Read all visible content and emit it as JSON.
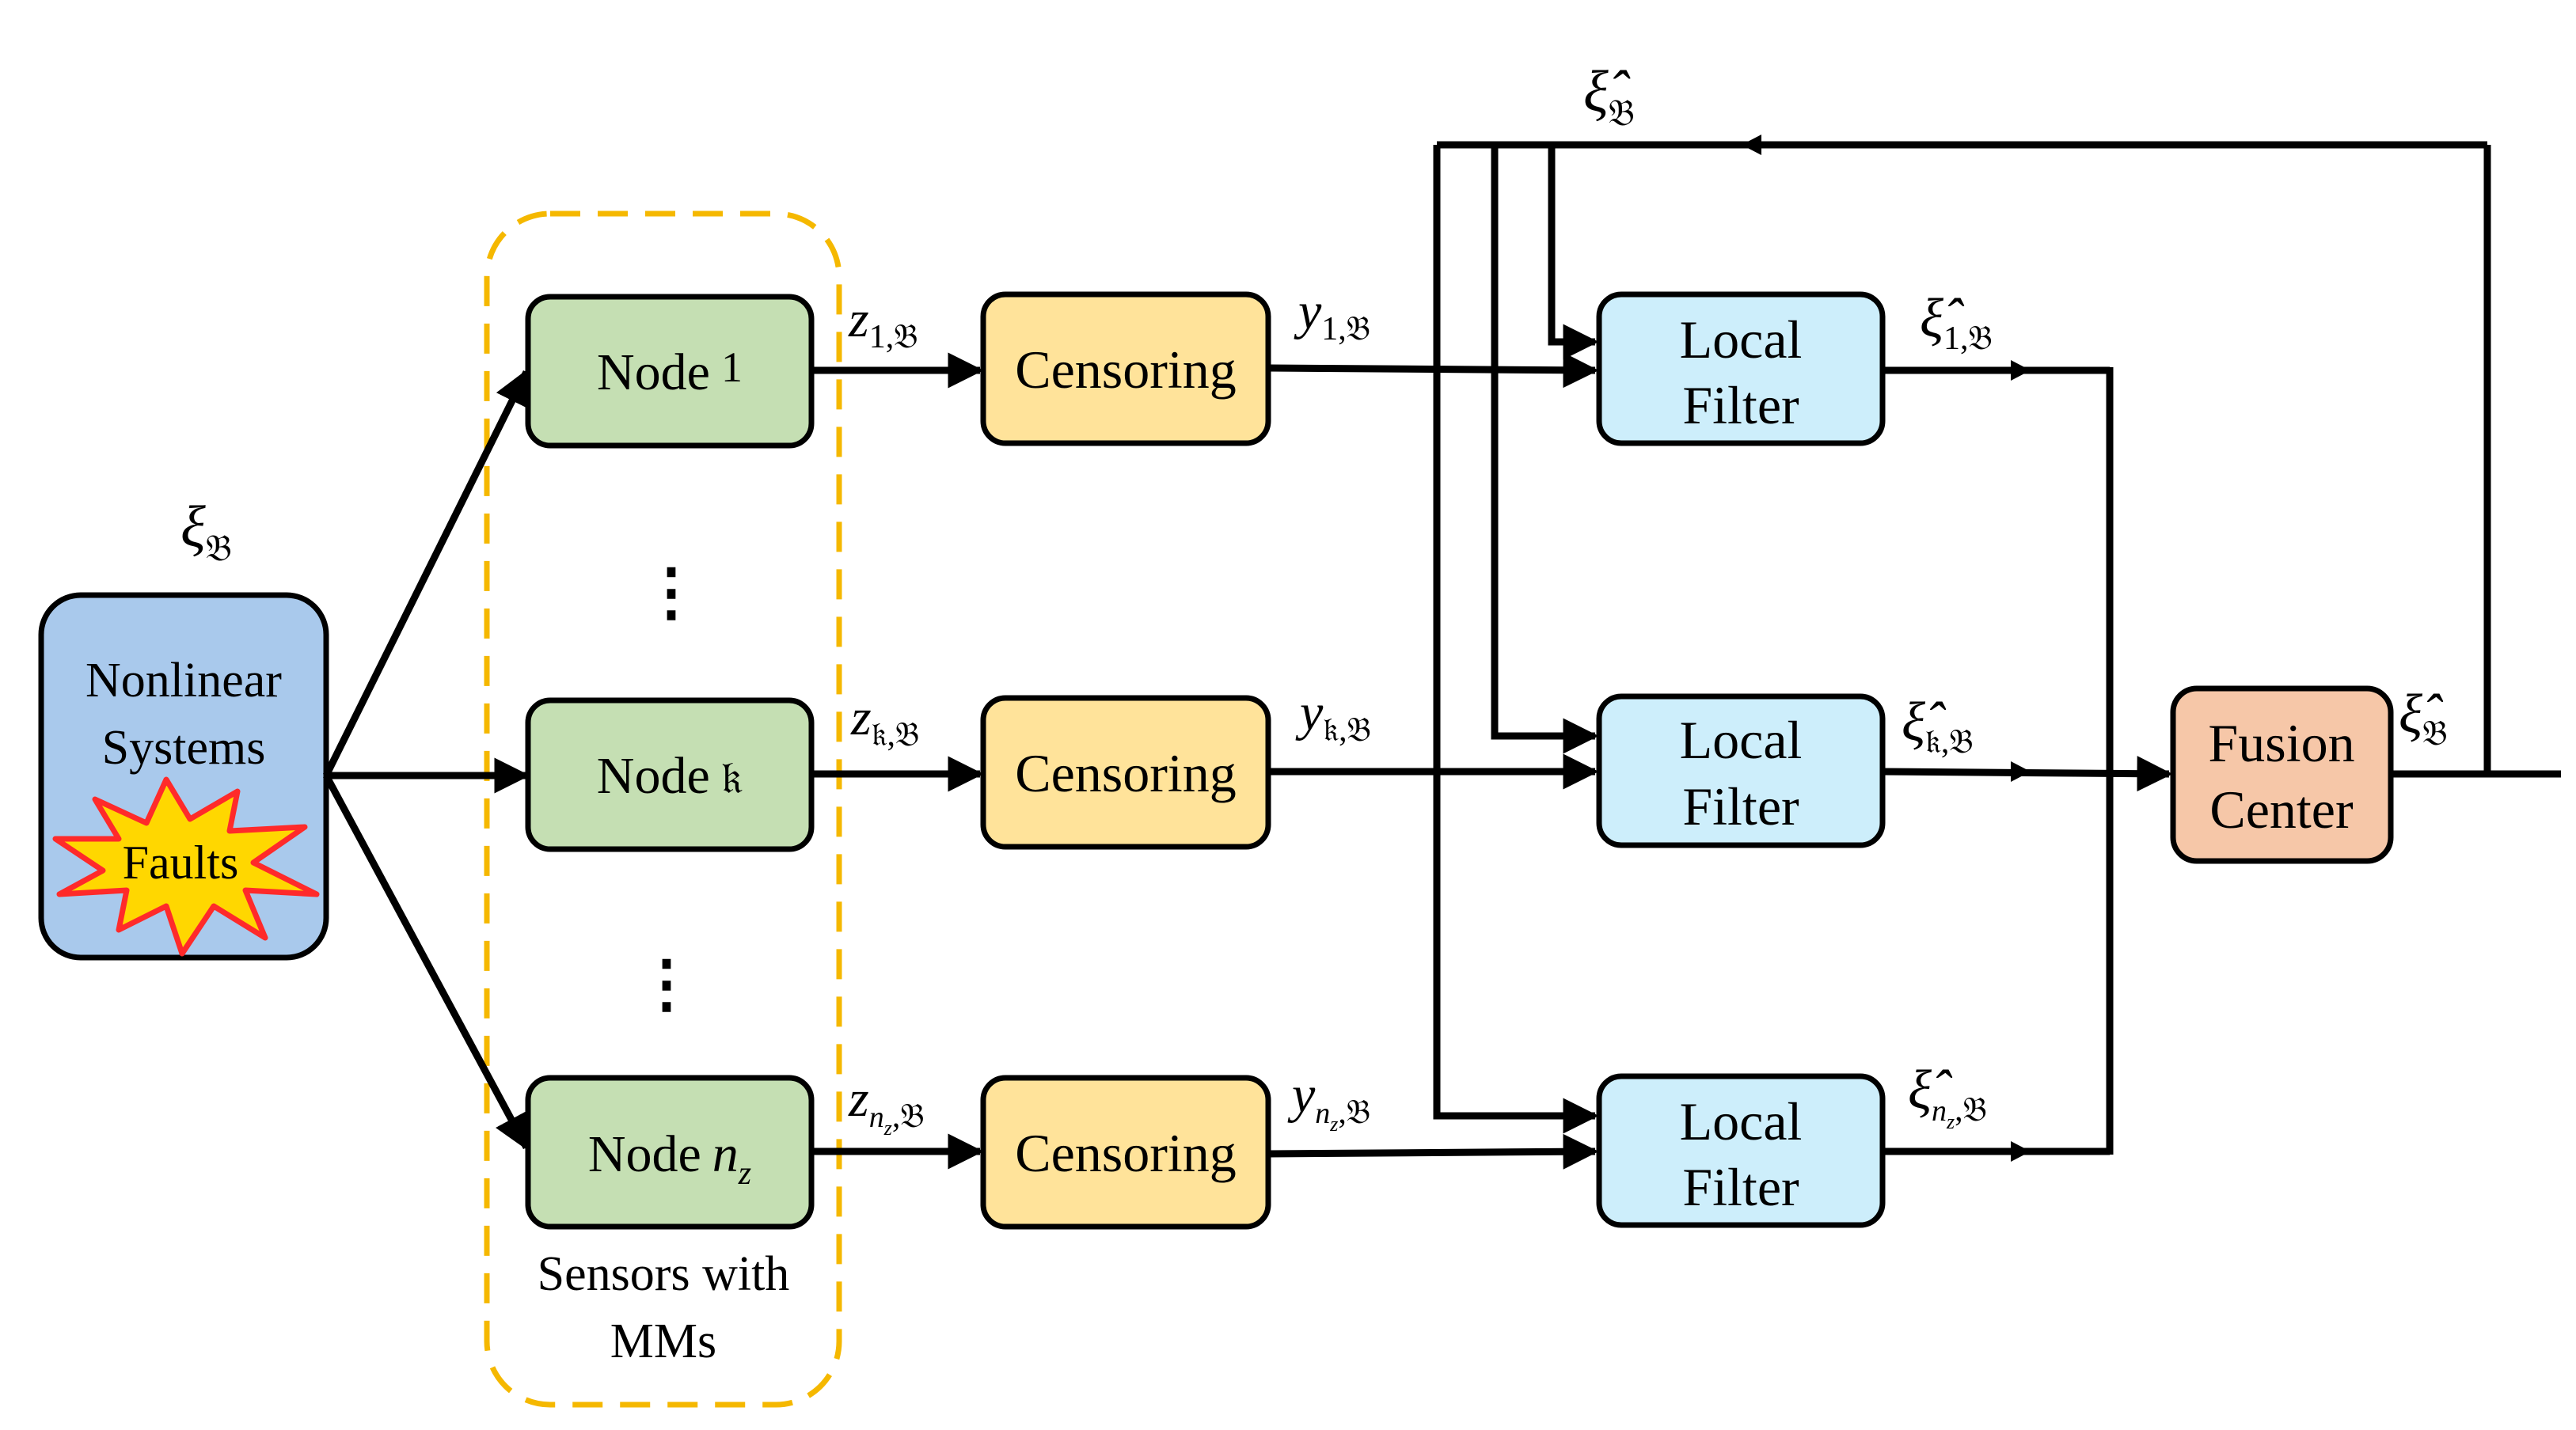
{
  "source": {
    "line1": "Nonlinear",
    "line2": "Systems",
    "fault_label": "Faults",
    "symbol": "ξ",
    "symbol_sub": "𝔅"
  },
  "sensors": {
    "caption_line1": "Sensors with",
    "caption_line2": "MMs",
    "nodes": [
      {
        "label": "Node",
        "index": "1"
      },
      {
        "label": "Node",
        "index": "𝔨"
      },
      {
        "label": "Node",
        "index": "n",
        "index_sub": "z"
      }
    ],
    "ellipsis": "⋮"
  },
  "censoring": {
    "label": "Censoring"
  },
  "local_filter": {
    "line1": "Local",
    "line2": "Filter"
  },
  "fusion": {
    "line1": "Fusion",
    "line2": "Center"
  },
  "signals": {
    "z": "z",
    "y": "y",
    "xi_hat": "ξ̂",
    "row_subs": [
      "1,𝔅",
      "𝔨,𝔅",
      ",𝔅"
    ],
    "nz_n": "n",
    "nz_z": "z",
    "bold_B": "𝔅"
  },
  "colors": {
    "source_fill": "#a9c9ec",
    "node_fill": "#c5dfb3",
    "censor_fill": "#ffe39a",
    "filter_fill": "#cdeefb",
    "fusion_fill": "#f6c7a8",
    "dash_border": "#f5b800",
    "fault_fill": "#ffd700",
    "fault_border": "#ff2a2a"
  }
}
